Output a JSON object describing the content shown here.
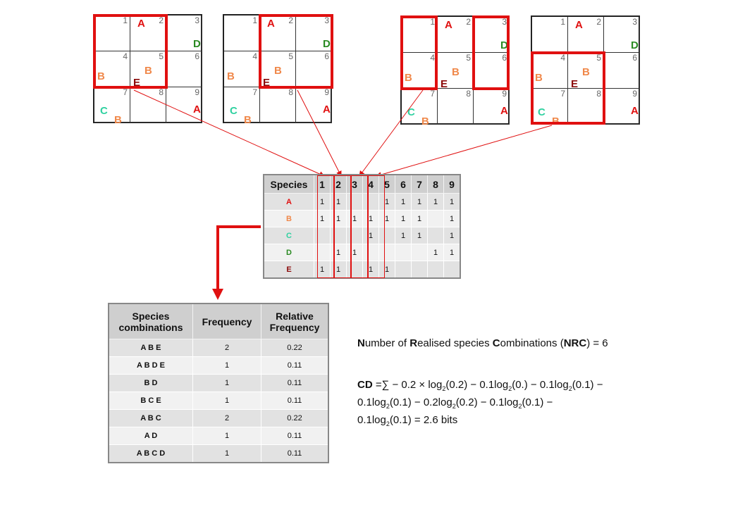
{
  "grids": [
    {
      "cells": [
        "1",
        "2",
        "3",
        "4",
        "5",
        "6",
        "7",
        "8",
        "9"
      ]
    },
    {
      "cells": [
        "1",
        "2",
        "3",
        "4",
        "5",
        "6",
        "7",
        "8",
        "9"
      ]
    },
    {
      "cells": [
        "1",
        "2",
        "3",
        "4",
        "5",
        "6",
        "7",
        "8",
        "9"
      ]
    },
    {
      "cells": [
        "1",
        "2",
        "3",
        "4",
        "5",
        "6",
        "7",
        "8",
        "9"
      ]
    }
  ],
  "grid_labels": {
    "A": "A",
    "B": "B",
    "C": "C",
    "D": "D",
    "E": "E"
  },
  "colors": {
    "A": "#e01010",
    "B": "#f0884a",
    "C": "#2fd1a0",
    "D": "#2a8a22",
    "E": "#8b0a0a",
    "highlight": "#e01010"
  },
  "species_table": {
    "header": "Species",
    "columns": [
      "1",
      "2",
      "3",
      "4",
      "5",
      "6",
      "7",
      "8",
      "9"
    ],
    "rows": [
      {
        "species": "A",
        "values": [
          "1",
          "1",
          "",
          "",
          "1",
          "1",
          "1",
          "1",
          "1"
        ]
      },
      {
        "species": "B",
        "values": [
          "1",
          "1",
          "1",
          "1",
          "1",
          "1",
          "1",
          "",
          "1"
        ]
      },
      {
        "species": "C",
        "values": [
          "",
          "",
          "",
          "1",
          "",
          "1",
          "1",
          "",
          "1"
        ]
      },
      {
        "species": "D",
        "values": [
          "",
          "1",
          "1",
          "",
          "",
          "",
          "",
          "1",
          "1"
        ]
      },
      {
        "species": "E",
        "values": [
          "1",
          "1",
          "",
          "1",
          "1",
          "",
          "",
          "",
          ""
        ]
      }
    ]
  },
  "combinations_table": {
    "headers": {
      "combo1": "Species",
      "combo2": "combinations",
      "freq": "Frequency",
      "rel1": "Relative",
      "rel2": "Frequency"
    },
    "rows": [
      {
        "combo": "A B E",
        "freq": "2",
        "rel": "0.22"
      },
      {
        "combo": "A B D E",
        "freq": "1",
        "rel": "0.11"
      },
      {
        "combo": "B D",
        "freq": "1",
        "rel": "0.11"
      },
      {
        "combo": "B C E",
        "freq": "1",
        "rel": "0.11"
      },
      {
        "combo": "A B C",
        "freq": "2",
        "rel": "0.22"
      },
      {
        "combo": "A D",
        "freq": "1",
        "rel": "0.11"
      },
      {
        "combo": "A B C D",
        "freq": "1",
        "rel": "0.11"
      }
    ]
  },
  "nrc": {
    "n_bold": "N",
    "n_rest": "umber of ",
    "r_bold": "R",
    "r_rest": "ealised species ",
    "c_bold": "C",
    "c_rest": "ombinations (",
    "abbr": "NRC",
    "tail": ") = 6"
  },
  "cd": {
    "label": "CD",
    "eq": " =",
    "sigma": "∑",
    "t1": " − 0.2 × log",
    "t1b": "(0.2) − 0.1log",
    "t2": "(0.) − 0.1log",
    "t3": "(0.1) −",
    "t4": "0.1log",
    "t5": "(0.1) − 0.2log",
    "t6": "(0.2) − 0.1log",
    "t7": "(0.1) −",
    "t8": "0.1log",
    "t9": "(0.1) = 2.6 bits",
    "sub": "2"
  }
}
